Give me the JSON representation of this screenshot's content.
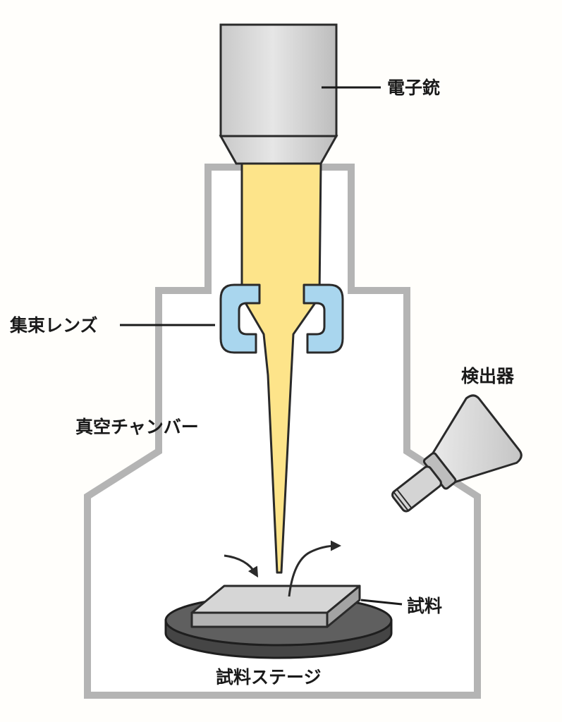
{
  "labels": {
    "electron_gun": "電子銃",
    "condenser_lens": "集束レンズ",
    "detector": "検出器",
    "vacuum_chamber": "真空チャンバー",
    "sample": "試料",
    "sample_stage": "試料ステージ"
  },
  "colors": {
    "chamber_outline": "#b4b4b4",
    "beam": "#fde48a",
    "lens": "#a9d6ee",
    "gun_body": "#d9d9d9",
    "stage": "#595959",
    "sample": "#c8c8c8",
    "text": "#1a1a1a"
  }
}
